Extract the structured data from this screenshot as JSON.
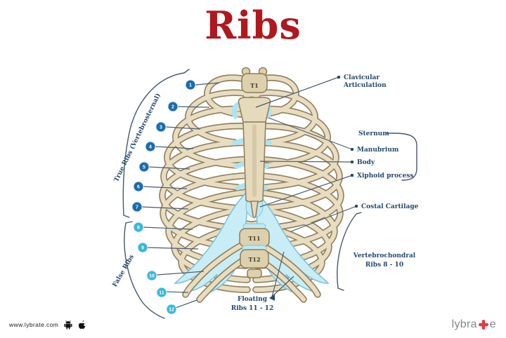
{
  "title": "Ribs",
  "diagram": {
    "vertebrae": {
      "t1": "T1",
      "t11": "T11",
      "t12": "T12"
    },
    "left": {
      "true_ribs": "True Ribs (Vertebrosternal)",
      "false_ribs": "False Ribs"
    },
    "markers": [
      "1",
      "2",
      "3",
      "4",
      "5",
      "6",
      "7",
      "8",
      "9",
      "10",
      "11",
      "12"
    ],
    "labels": {
      "clavicular_1": "Clavicular",
      "clavicular_2": "Articulation",
      "sternum": "Sternum",
      "manubrium": "Manubrium",
      "body": "Body",
      "xiphoid": "Xiphoid process",
      "costal": "Costal Cartilage",
      "vertebrochondral_1": "Vertebrochondral",
      "vertebrochondral_2": "Ribs 8 - 10",
      "floating_1": "Floating",
      "floating_2": "Ribs 11 - 12"
    },
    "colors": {
      "title_red": "#b0181f",
      "label_navy": "#27496b",
      "true_marker_blue": "#1a6bad",
      "false_marker_cyan": "#38b7d8",
      "bone": "#e8ddc1",
      "bone_outline": "#91805e",
      "cartilage": "#c9edf6"
    }
  },
  "footer": {
    "website": "www.lybrate.com",
    "logo_prefix": "lybra",
    "logo_suffix": "e",
    "logo_cross_color": "#e23b3f"
  }
}
